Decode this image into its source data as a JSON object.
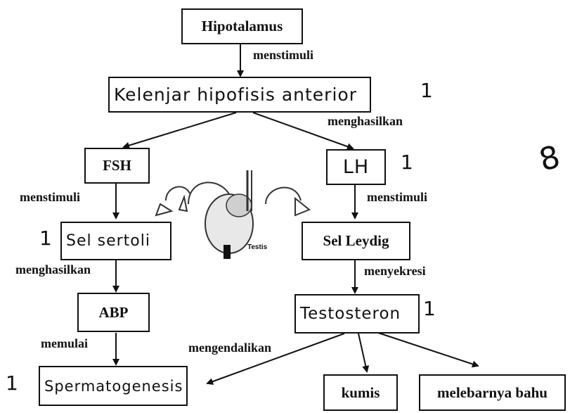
{
  "boxes": {
    "hipotalamus": "Hipotalamus",
    "hipofisis": "Kelenjar hipofisis anterior",
    "fsh": "FSH",
    "lh": "LH",
    "sertoli": "Sel sertoli",
    "leydig": "Sel Leydig",
    "abp": "ABP",
    "testosteron": "Testosteron",
    "spermatogenesis": "Spermatogenesis",
    "kumis": "kumis",
    "bahu": "melebarnya bahu"
  },
  "labels": {
    "hipo_stimulates": "menstimuli",
    "hipofisis_produces": "menghasilkan",
    "fsh_stimulates": "menstimuli",
    "lh_stimulates": "menstimuli",
    "sertoli_produces": "menghasilkan",
    "leydig_secretes": "menyekresi",
    "abp_starts": "memulai",
    "testosteron_controls": "mengendalikan"
  },
  "image_caption": "Testis",
  "annotations": {
    "tick": "1",
    "score": "8"
  }
}
